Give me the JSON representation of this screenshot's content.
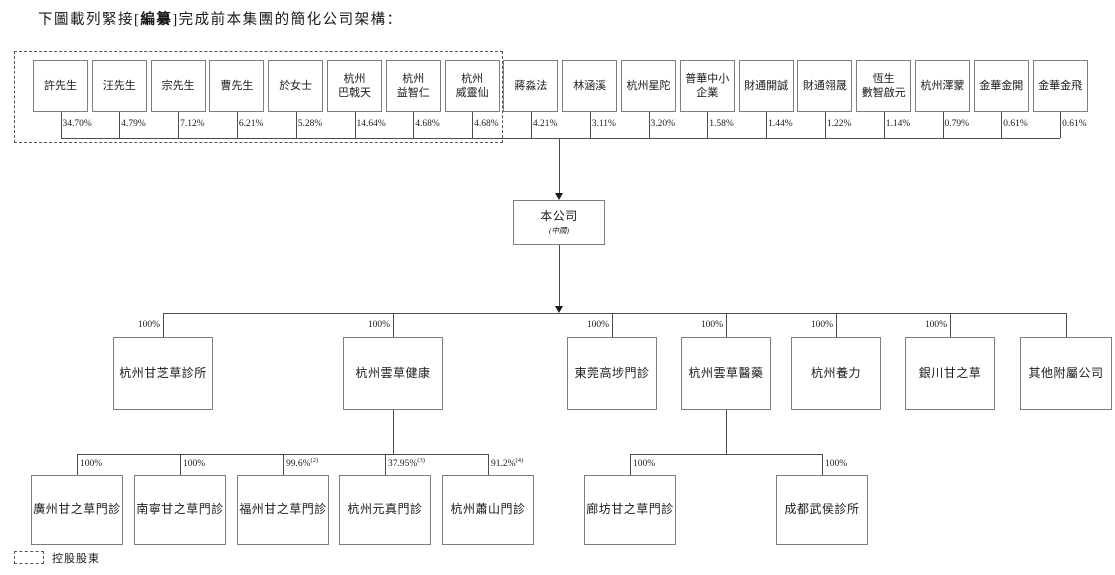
{
  "title": {
    "prefix": "下圖載列緊接[",
    "redacted": "編纂",
    "suffix": "]完成前本集團的簡化公司架構："
  },
  "company": {
    "name": "本公司",
    "jurisdiction": "(中國)"
  },
  "legend": {
    "label": "控股股東"
  },
  "shareholders": [
    {
      "name": "許先生",
      "pct": "34.70%",
      "controlling": true
    },
    {
      "name": "汪先生",
      "pct": "4.79%",
      "controlling": true
    },
    {
      "name": "宗先生",
      "pct": "7.12%",
      "controlling": true
    },
    {
      "name": "曹先生",
      "pct": "6.21%",
      "controlling": true
    },
    {
      "name": "於女士",
      "pct": "5.28%",
      "controlling": true
    },
    {
      "name": "杭州\n巴戟天",
      "pct": "14.64%",
      "controlling": true
    },
    {
      "name": "杭州\n益智仁",
      "pct": "4.68%",
      "controlling": true
    },
    {
      "name": "杭州\n威靈仙",
      "pct": "4.68%",
      "controlling": true
    },
    {
      "name": "蔣淼法",
      "pct": "4.21%",
      "controlling": false
    },
    {
      "name": "林涵溪",
      "pct": "3.11%",
      "controlling": false
    },
    {
      "name": "杭州星陀",
      "pct": "3.20%",
      "controlling": false
    },
    {
      "name": "普華中小\n企業",
      "pct": "1.58%",
      "controlling": false
    },
    {
      "name": "財通開誠",
      "pct": "1.44%",
      "controlling": false
    },
    {
      "name": "財通翎晟",
      "pct": "1.22%",
      "controlling": false
    },
    {
      "name": "恆生\n數智啟元",
      "pct": "1.14%",
      "controlling": false
    },
    {
      "name": "杭州澤蒙",
      "pct": "0.79%",
      "controlling": false
    },
    {
      "name": "金華金開",
      "pct": "0.61%",
      "controlling": false
    },
    {
      "name": "金華金飛",
      "pct": "0.61%",
      "controlling": false
    }
  ],
  "subsidiaries": [
    {
      "name": "杭州甘芝草診所",
      "pct": "100%",
      "children": []
    },
    {
      "name": "杭州雲草健康",
      "pct": "100%",
      "children": [
        {
          "name": "廣州甘之草門診",
          "pct": "100%",
          "note": ""
        },
        {
          "name": "南寧甘之草門診",
          "pct": "100%",
          "note": ""
        },
        {
          "name": "福州甘之草門診",
          "pct": "99.6%",
          "note": "(2)"
        },
        {
          "name": "杭州元真門診",
          "pct": "37.95%",
          "note": "(3)"
        },
        {
          "name": "杭州蕭山門診",
          "pct": "91.2%",
          "note": "(4)"
        }
      ]
    },
    {
      "name": "東莞高埗門診",
      "pct": "100%",
      "children": []
    },
    {
      "name": "杭州雲草醫藥",
      "pct": "100%",
      "children": [
        {
          "name": "廊坊甘之草門診",
          "pct": "100%",
          "note": ""
        },
        {
          "name": "成都武侯診所",
          "pct": "100%",
          "note": ""
        }
      ]
    },
    {
      "name": "杭州養力",
      "pct": "100%",
      "children": []
    },
    {
      "name": "銀川甘之草",
      "pct": "100%",
      "children": []
    },
    {
      "name": "其他附屬公司",
      "pct": "",
      "children": []
    }
  ]
}
